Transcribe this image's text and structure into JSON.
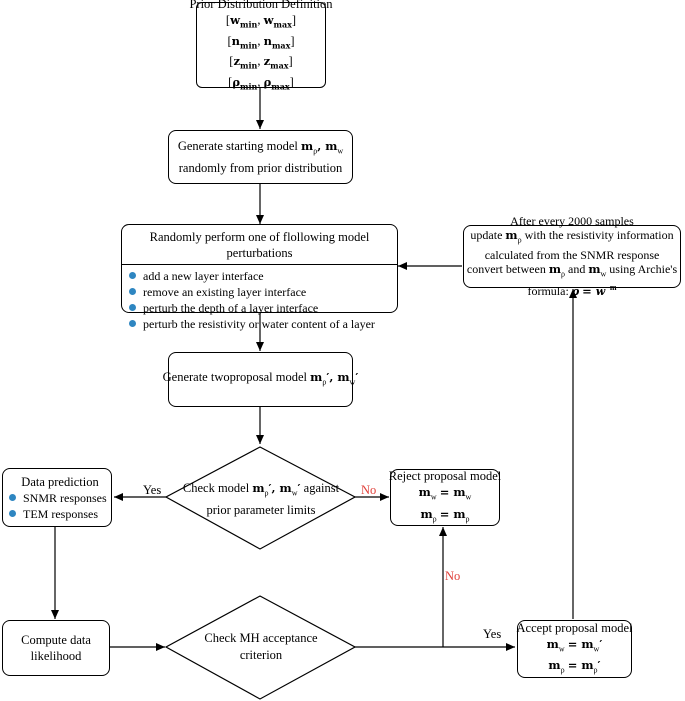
{
  "prior": {
    "title": "Prior Distribution Definition",
    "ranges": [
      {
        "sym": "w"
      },
      {
        "sym": "n"
      },
      {
        "sym": "z"
      },
      {
        "sym": "ρ"
      }
    ],
    "min_sub": "min",
    "max_sub": "max"
  },
  "generate": {
    "line1": "Generate starting model",
    "line2": "randomly from prior distribution"
  },
  "perturb": {
    "title": "Randomly perform one of flollowing model perturbations",
    "items": [
      "add a new layer interface",
      "remove an existing layer interface",
      "perturb the depth of a layer interface",
      "perturb the resistivity or water content of a layer"
    ]
  },
  "proposal": {
    "text": "Generate twoproposal model"
  },
  "check_prior": {
    "pre": "Check model",
    "post": "against",
    "line2": "prior parameter limits"
  },
  "data_pred": {
    "title": "Data prediction",
    "items": [
      "SNMR responses",
      "TEM responses"
    ]
  },
  "reject": {
    "title": "Reject proposal model"
  },
  "likelihood": {
    "line1": "Compute data",
    "line2": "likelihood"
  },
  "check_mh": {
    "line1": "Check MH acceptance",
    "line2": "criterion"
  },
  "accept": {
    "title": "Accept proposal model"
  },
  "update": {
    "line1": "After every 2000 samples",
    "line2_pre": "update",
    "line2_post": "with the resistivity information",
    "line3": "calculated from the SNMR response",
    "line4_pre": "convert between",
    "line4_mid": "and",
    "line4_post": "using Archie's",
    "line5": "formula:"
  },
  "labels": {
    "yes_prior": "Yes",
    "no_prior": "No",
    "no_mh": "No",
    "yes_mh": "Yes"
  },
  "colors": {
    "no_label": "#e0403a",
    "bullet": "#2e86c1",
    "stroke": "#000000"
  }
}
